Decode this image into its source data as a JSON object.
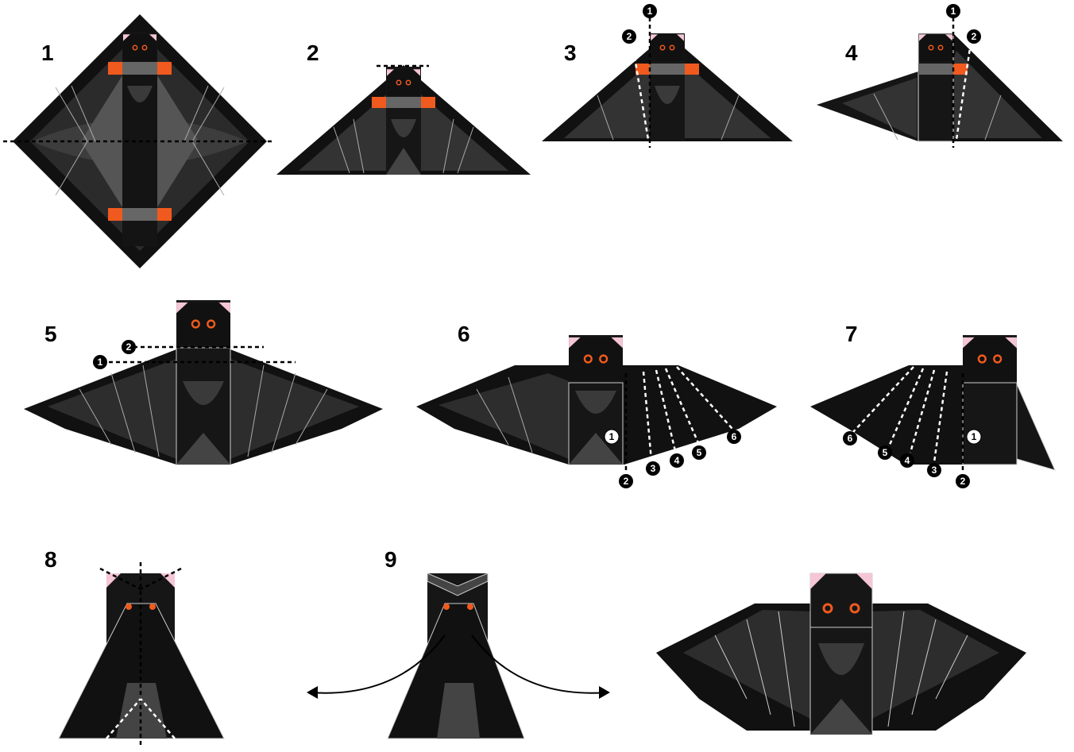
{
  "steps": [
    {
      "number": "1"
    },
    {
      "number": "2"
    },
    {
      "number": "3"
    },
    {
      "number": "4"
    },
    {
      "number": "5"
    },
    {
      "number": "6"
    },
    {
      "number": "7"
    },
    {
      "number": "8"
    },
    {
      "number": "9"
    }
  ],
  "badges": {
    "one": "1",
    "two": "2",
    "three": "3",
    "four": "4",
    "five": "5",
    "six": "6"
  },
  "colors": {
    "body": "#0d0d0d",
    "panel": "#4a4a4a",
    "panel_light": "#6b6b6b",
    "belly": "#3a3a3a",
    "accent_orange": "#f05a1e",
    "eye": "#f05a1e",
    "ear_pink": "#f4c6d6",
    "fold_line": "#000000",
    "fold_line_light": "#ffffff"
  }
}
